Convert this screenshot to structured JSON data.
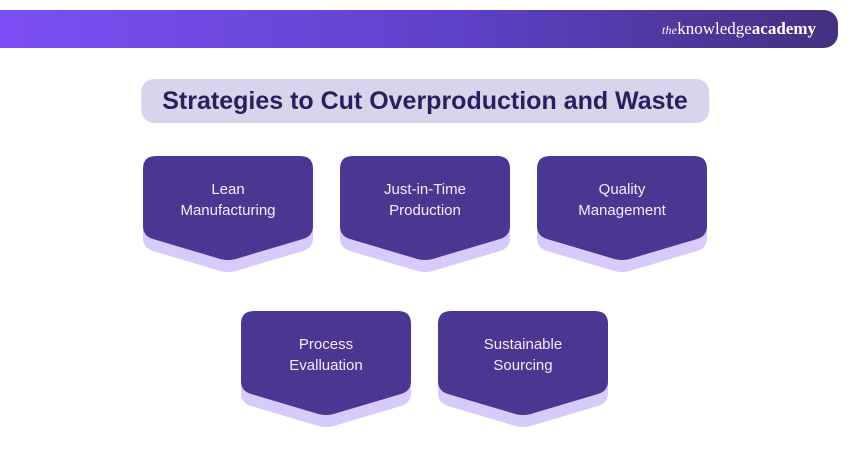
{
  "header": {
    "logo": {
      "the": "the",
      "knowledge": "knowledge",
      "academy": "academy"
    }
  },
  "title": "Strategies to Cut Overproduction and Waste",
  "cards": [
    {
      "line1": "Lean",
      "line2": "Manufacturing"
    },
    {
      "line1": "Just-in-Time",
      "line2": "Production"
    },
    {
      "line1": "Quality",
      "line2": "Management"
    },
    {
      "line1": "Process",
      "line2": "Evalluation"
    },
    {
      "line1": "Sustainable",
      "line2": "Sourcing"
    }
  ],
  "colors": {
    "header_gradient_left": "#7d4ff5",
    "header_gradient_right": "#44307e",
    "card_fill": "#4b3692",
    "card_shadow": "#d6cbfa",
    "title_bg": "#d9d4ec",
    "title_text": "#2a2060",
    "card_text": "#f1eff8",
    "logo_text": "#ffffff",
    "background": "#ffffff"
  }
}
